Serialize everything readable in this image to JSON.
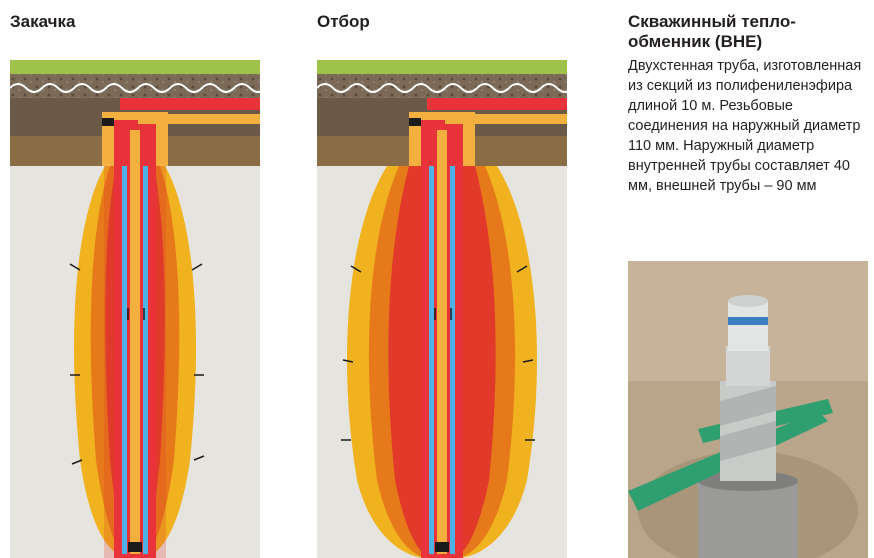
{
  "panels": [
    {
      "title": "Закачка",
      "flow": "injection"
    },
    {
      "title": "Отбор",
      "flow": "extraction"
    }
  ],
  "info": {
    "title": "Скважинный тепло-обменник (BHE)",
    "description": "Двухстенная труба, изготовленная из секций из полифениленэфира длиной 10 м. Резьбовые соединения на наружный диаметр 110 мм. Наружный диаметр внутренней трубы составляет 40 мм, внешней трубы – 90 мм"
  },
  "colors": {
    "soil": "#e6e4df",
    "ground_top": "#6c5a48",
    "ground_mid": "#8a6d44",
    "grass": "#9ec24a",
    "plume_yellow": "#f0b21e",
    "plume_orange": "#e67a1a",
    "plume_red": "#e13a2a",
    "pipe_red": "#e8333a",
    "pipe_orange": "#f4b03e",
    "pipe_blue": "#4db3e6",
    "spanner_green": "#1f9a6a"
  }
}
